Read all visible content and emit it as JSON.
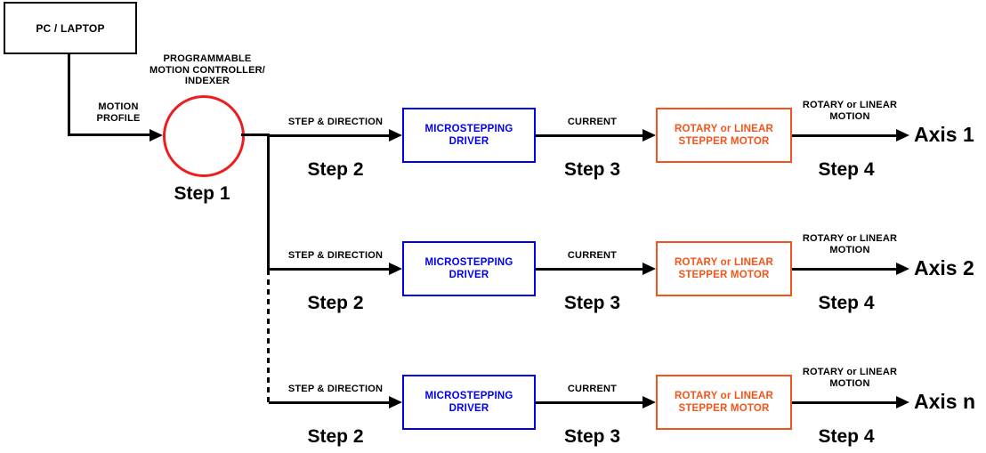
{
  "colors": {
    "black": "#000000",
    "red": "#EE1C1C",
    "blue": "#0000EE",
    "orange": "#F4541A",
    "background": "#FFFFFF"
  },
  "pc_box": {
    "label": "PC / LAPTOP"
  },
  "motion_profile_label": "MOTION\nPROFILE",
  "controller": {
    "label": "PROGRAMMABLE\nMOTION CONTROLLER/\nINDEXER",
    "step_label": "Step 1"
  },
  "rows": [
    {
      "step_direction_label": "STEP & DIRECTION",
      "step2_label": "Step 2",
      "driver_label": "MICROSTEPPING\nDRIVER",
      "current_label": "CURRENT",
      "step3_label": "Step 3",
      "motor_label": "ROTARY or LINEAR\nSTEPPER MOTOR",
      "motion_label": "ROTARY or LINEAR\nMOTION",
      "step4_label": "Step 4",
      "axis_label": "Axis 1"
    },
    {
      "step_direction_label": "STEP & DIRECTION",
      "step2_label": "Step 2",
      "driver_label": "MICROSTEPPING\nDRIVER",
      "current_label": "CURRENT",
      "step3_label": "Step 3",
      "motor_label": "ROTARY or LINEAR\nSTEPPER MOTOR",
      "motion_label": "ROTARY or LINEAR\nMOTION",
      "step4_label": "Step 4",
      "axis_label": "Axis 2"
    },
    {
      "step_direction_label": "STEP & DIRECTION",
      "step2_label": "Step 2",
      "driver_label": "MICROSTEPPING\nDRIVER",
      "current_label": "CURRENT",
      "step3_label": "Step 3",
      "motor_label": "ROTARY or LINEAR\nSTEPPER MOTOR",
      "motion_label": "ROTARY or LINEAR\nMOTION",
      "step4_label": "Step 4",
      "axis_label": "Axis n"
    }
  ]
}
